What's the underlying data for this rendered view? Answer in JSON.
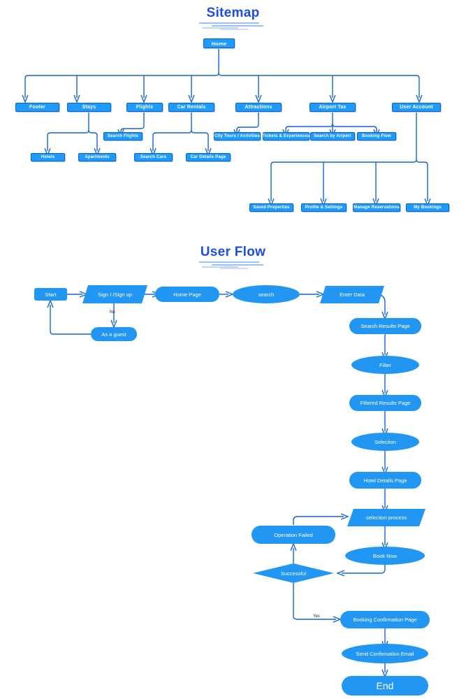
{
  "sitemap": {
    "title": "Sitemap",
    "root": {
      "label": "Home"
    },
    "level1": [
      {
        "label": "Footer"
      },
      {
        "label": "Stays"
      },
      {
        "label": "Flights"
      },
      {
        "label": "Car Rentals"
      },
      {
        "label": "Attractions"
      },
      {
        "label": "Airport Tax"
      },
      {
        "label": "User Account"
      }
    ],
    "level2": [
      {
        "label": "Search Flights"
      },
      {
        "label": "City Tours / Activities"
      },
      {
        "label": "Tickets & Experiences"
      },
      {
        "label": "Search by Airport"
      },
      {
        "label": "Booking Flow"
      }
    ],
    "level3": [
      {
        "label": "Hotels"
      },
      {
        "label": "Apartments"
      },
      {
        "label": "Search Cars"
      },
      {
        "label": "Car Details Page"
      }
    ],
    "account_children": [
      {
        "label": "Saved Properties"
      },
      {
        "label": "Profile & Settings"
      },
      {
        "label": "Manage Reservations"
      },
      {
        "label": "My Bookings"
      }
    ]
  },
  "userflow": {
    "title": "User Flow",
    "nodes": [
      {
        "id": "start",
        "label": "Start"
      },
      {
        "id": "signin",
        "label": "Sign I /Sign up"
      },
      {
        "id": "homepage",
        "label": "Home Page"
      },
      {
        "id": "search",
        "label": "search"
      },
      {
        "id": "enterdata",
        "label": "Enter Data"
      },
      {
        "id": "guest",
        "label": "As a guest"
      },
      {
        "id": "results",
        "label": "Search Results Page"
      },
      {
        "id": "filter",
        "label": "Filter"
      },
      {
        "id": "filtered",
        "label": "Filtered Results Page"
      },
      {
        "id": "selection",
        "label": "Selection"
      },
      {
        "id": "hotel",
        "label": "Hotel Details Page"
      },
      {
        "id": "selproc",
        "label": "selection process"
      },
      {
        "id": "booknow",
        "label": "Book Now"
      },
      {
        "id": "opfailed",
        "label": "Operation Failed"
      },
      {
        "id": "success",
        "label": "Successful"
      },
      {
        "id": "confirm",
        "label": "Booking Confirmation Page"
      },
      {
        "id": "email",
        "label": "Send Confirmation Email"
      },
      {
        "id": "end",
        "label": "End"
      }
    ],
    "edge_labels": [
      {
        "id": "no",
        "label": "No"
      },
      {
        "id": "yes",
        "label": "Yes"
      }
    ]
  },
  "colors": {
    "node_fill": "#2196f3",
    "sitemap_fill": "#1f9bff",
    "sitemap_border": "#0b63c4",
    "link": "#1565d8",
    "title": "#1a4fe0",
    "deco": "#8ab4f8"
  }
}
